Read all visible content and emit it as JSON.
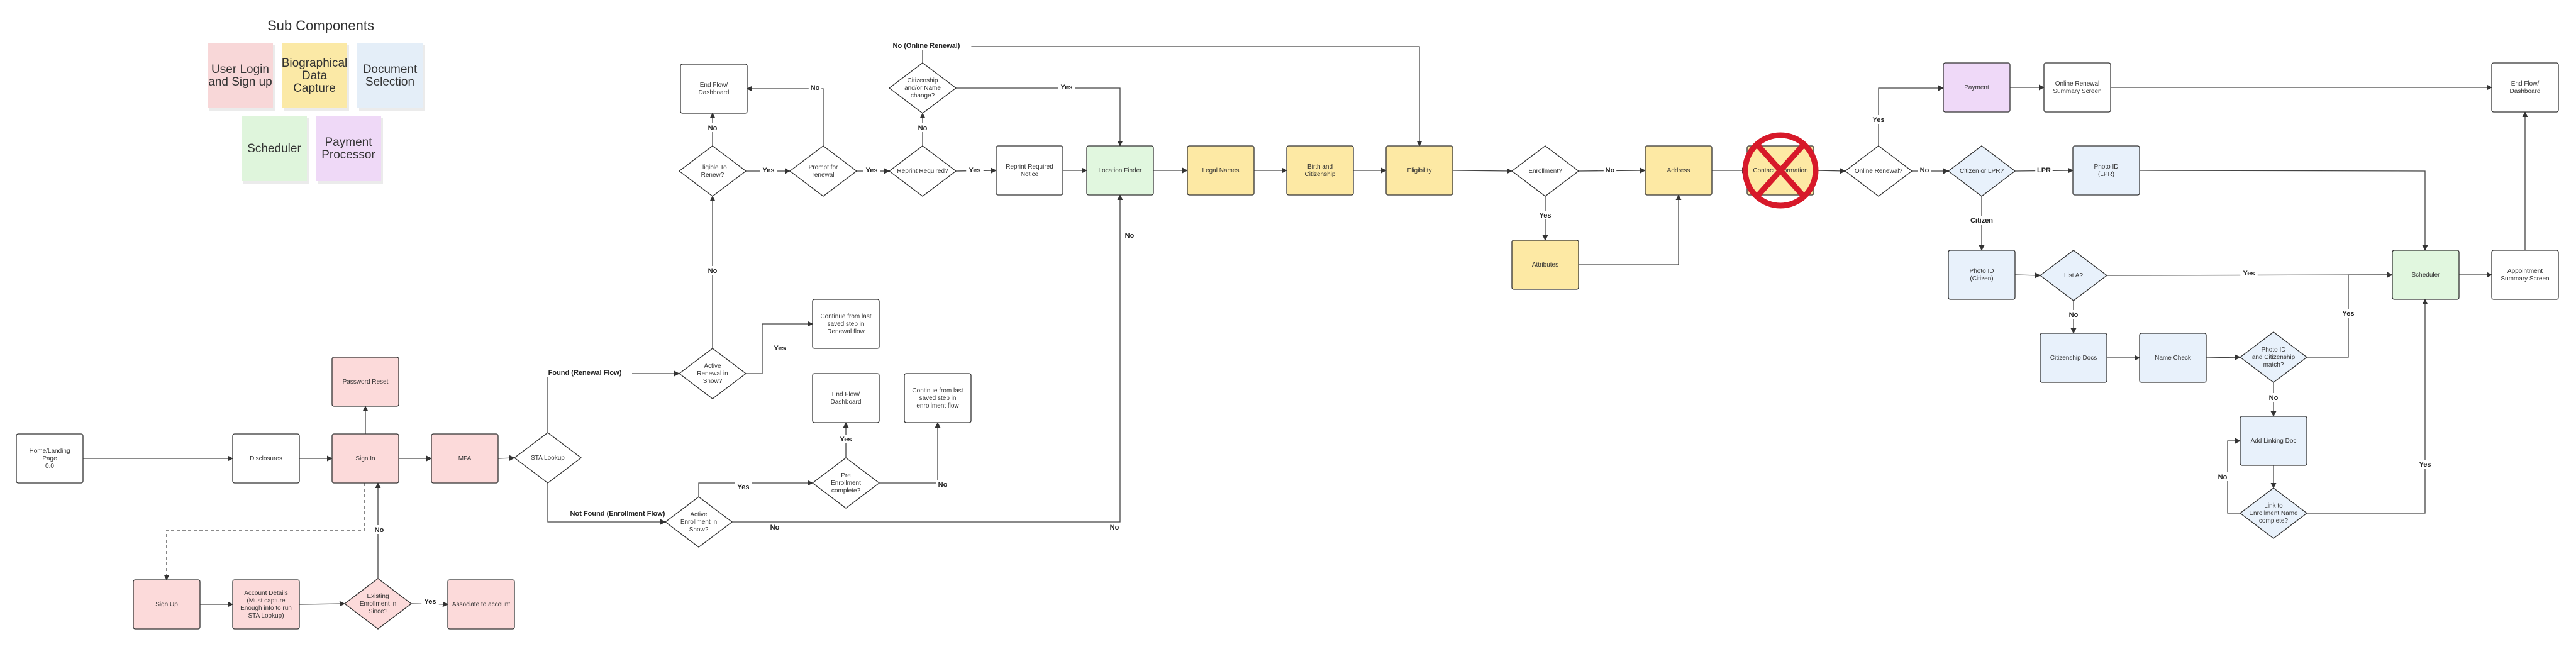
{
  "legend": {
    "title": "Sub Components",
    "items": [
      {
        "id": "user-login",
        "label": "User Login and Sign up",
        "color": "#f8d7d8"
      },
      {
        "id": "bio-data",
        "label": "Biographical Data Capture",
        "color": "#fbe9a6"
      },
      {
        "id": "doc-selection",
        "label": "Document Selection",
        "color": "#e4eef8"
      },
      {
        "id": "scheduler",
        "label": "Scheduler",
        "color": "#dff5dc"
      },
      {
        "id": "payment-processor",
        "label": "Payment Processor",
        "color": "#efd9f7"
      }
    ]
  },
  "colors": {
    "red": "#fcdada",
    "yellow": "#fde9a4",
    "blue": "#e8f1fb",
    "green": "#e1f7df",
    "purple": "#efd9f8",
    "white": "#ffffff",
    "stroke": "#333333",
    "cross": "#d7192a"
  },
  "nodes": [
    {
      "id": "home",
      "label": "Home/Landing\nPage\n0.0",
      "shape": "rect",
      "fill": "white"
    },
    {
      "id": "disclosures",
      "label": "Disclosures",
      "shape": "rect",
      "fill": "white"
    },
    {
      "id": "signin",
      "label": "Sign In",
      "shape": "rect",
      "fill": "red"
    },
    {
      "id": "password-reset",
      "label": "Password Reset",
      "shape": "rect",
      "fill": "red"
    },
    {
      "id": "mfa",
      "label": "MFA",
      "shape": "rect",
      "fill": "red"
    },
    {
      "id": "sta-lookup",
      "label": "STA Lookup",
      "shape": "diamond",
      "fill": "white"
    },
    {
      "id": "signup",
      "label": "Sign Up",
      "shape": "rect",
      "fill": "red"
    },
    {
      "id": "account-details",
      "label": "Account Details\n(Must capture\nEnough info to run\nSTA Lookup)",
      "shape": "rect",
      "fill": "red"
    },
    {
      "id": "existing-enrollment",
      "label": "Existing\nEnrollment in\nSince?",
      "shape": "diamond",
      "fill": "red"
    },
    {
      "id": "associate-account",
      "label": "Associate to account",
      "shape": "rect",
      "fill": "red"
    },
    {
      "id": "active-renewal",
      "label": "Active\nRenewal in\nShow?",
      "shape": "diamond",
      "fill": "white"
    },
    {
      "id": "continue-renewal",
      "label": "Continue from last\nsaved step in\nRenewal flow",
      "shape": "rect",
      "fill": "white"
    },
    {
      "id": "eligible-renew",
      "label": "Eligible To\nRenew?",
      "shape": "diamond",
      "fill": "white"
    },
    {
      "id": "end-flow-1",
      "label": "End Flow/\nDashboard",
      "shape": "rect",
      "fill": "white"
    },
    {
      "id": "prompt-renewal",
      "label": "Prompt for\nrenewal",
      "shape": "diamond",
      "fill": "white"
    },
    {
      "id": "citizenship-change",
      "label": "Citizenship\nand/or Name\nchange?",
      "shape": "diamond",
      "fill": "white"
    },
    {
      "id": "reprint-required",
      "label": "Reprint Required?",
      "shape": "diamond",
      "fill": "white"
    },
    {
      "id": "reprint-notice",
      "label": "Reprint Required\nNotice",
      "shape": "rect",
      "fill": "white"
    },
    {
      "id": "active-enrollment",
      "label": "Active\nEnrollment in\nShow?",
      "shape": "diamond",
      "fill": "white"
    },
    {
      "id": "pre-enrollment",
      "label": "Pre\nEnrollment\ncomplete?",
      "shape": "diamond",
      "fill": "white"
    },
    {
      "id": "end-flow-2",
      "label": "End Flow/\nDashboard",
      "shape": "rect",
      "fill": "white"
    },
    {
      "id": "continue-enrollment",
      "label": "Continue from last\nsaved step in\nenrollment flow",
      "shape": "rect",
      "fill": "white"
    },
    {
      "id": "location-finder",
      "label": "Location Finder",
      "shape": "rect",
      "fill": "green"
    },
    {
      "id": "legal-names",
      "label": "Legal Names",
      "shape": "rect",
      "fill": "yellow"
    },
    {
      "id": "birth-citizenship",
      "label": "Birth and\nCitizenship",
      "shape": "rect",
      "fill": "yellow"
    },
    {
      "id": "eligibility",
      "label": "Eligibility",
      "shape": "rect",
      "fill": "yellow"
    },
    {
      "id": "enrollment-q",
      "label": "Enrollment?",
      "shape": "diamond",
      "fill": "white"
    },
    {
      "id": "attributes",
      "label": "Attributes",
      "shape": "rect",
      "fill": "yellow"
    },
    {
      "id": "address",
      "label": "Address",
      "shape": "rect",
      "fill": "yellow"
    },
    {
      "id": "contact-info",
      "label": "Contact Information",
      "shape": "rect",
      "fill": "yellow",
      "crossed": true
    },
    {
      "id": "online-renewal-q",
      "label": "Online Renewal?",
      "shape": "diamond",
      "fill": "white"
    },
    {
      "id": "payment",
      "label": "Payment",
      "shape": "rect",
      "fill": "purple"
    },
    {
      "id": "online-renewal-summary",
      "label": "Online Renewal\nSummary Screen",
      "shape": "rect",
      "fill": "white"
    },
    {
      "id": "end-flow-3",
      "label": "End Flow/\nDashboard",
      "shape": "rect",
      "fill": "white"
    },
    {
      "id": "citizen-lpr",
      "label": "Citizen or LPR?",
      "shape": "diamond",
      "fill": "blue"
    },
    {
      "id": "photo-id-lpr",
      "label": "Photo ID\n(LPR)",
      "shape": "rect",
      "fill": "blue"
    },
    {
      "id": "photo-id-citizen",
      "label": "Photo ID\n(Citizen)",
      "shape": "rect",
      "fill": "blue"
    },
    {
      "id": "list-a",
      "label": "List A?",
      "shape": "diamond",
      "fill": "blue"
    },
    {
      "id": "citizenship-docs",
      "label": "Citizenship Docs",
      "shape": "rect",
      "fill": "blue"
    },
    {
      "id": "name-check",
      "label": "Name Check",
      "shape": "rect",
      "fill": "blue"
    },
    {
      "id": "photo-id-match",
      "label": "Photo ID\nand Citizenship\nmatch?",
      "shape": "diamond",
      "fill": "blue"
    },
    {
      "id": "add-linking-doc",
      "label": "Add Linking Doc",
      "shape": "rect",
      "fill": "blue"
    },
    {
      "id": "link-complete",
      "label": "Link to\nEnrollment Name\ncomplete?",
      "shape": "diamond",
      "fill": "blue"
    },
    {
      "id": "scheduler",
      "label": "Scheduler",
      "shape": "rect",
      "fill": "green"
    },
    {
      "id": "appointment-summary",
      "label": "Appointment\nSummary Screen",
      "shape": "rect",
      "fill": "white"
    }
  ],
  "edge_labels": {
    "found": "Found (Renewal Flow)",
    "not_found": "Not Found (Enrollment Flow)",
    "no_online_renewal": "No (Online Renewal)",
    "yes": "Yes",
    "no": "No",
    "lpr": "LPR",
    "citizen": "Citizen"
  }
}
